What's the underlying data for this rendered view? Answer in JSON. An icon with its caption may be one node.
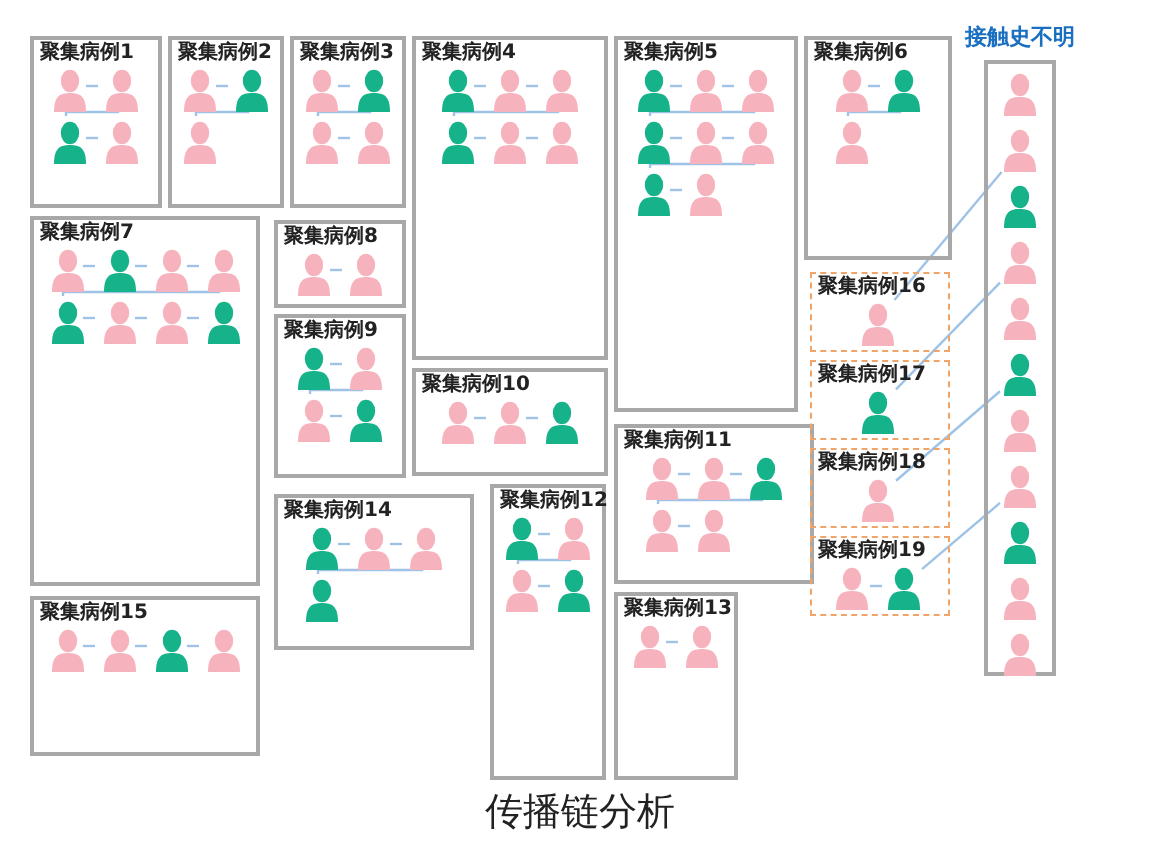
{
  "diagram": {
    "title": "传播链分析",
    "nodes": [
      {
        "text": [
          "聚集病例1"
        ]
      },
      {
        "text": [
          "聚集病例2"
        ]
      },
      {
        "text": [
          "聚集病例3"
        ]
      },
      {
        "text": [
          "聚集病例4"
        ]
      },
      {
        "text": [
          "聚集病例5"
        ]
      },
      {
        "text": [
          "聚集病例6"
        ]
      },
      {
        "text": [
          "聚集病例7"
        ]
      },
      {
        "text": [
          "聚集病例8"
        ]
      },
      {
        "text": [
          "聚集病例9"
        ]
      },
      {
        "text": [
          "聚集病例10"
        ]
      },
      {
        "text": [
          "聚集病例11"
        ]
      },
      {
        "text": [
          "聚集病例12"
        ]
      },
      {
        "text": [
          "聚集病例13"
        ]
      },
      {
        "text": [
          "聚集病例14"
        ]
      },
      {
        "text": [
          "聚集病例15"
        ]
      },
      {
        "text": [
          "聚集病例16"
        ]
      },
      {
        "text": [
          "聚集病例17"
        ]
      },
      {
        "text": [
          "聚集病例18"
        ]
      },
      {
        "text": [
          "聚集病例19"
        ]
      },
      {
        "text": [
          "接触史不明"
        ]
      },
      {
        "text": [],
        "shape": "person",
        "in": 0
      },
      {
        "text": [],
        "shape": "person",
        "in": 0
      },
      {
        "text": [],
        "shape": "person",
        "in": 0
      },
      {
        "text": [],
        "shape": "person",
        "in": 0
      },
      {
        "text": [],
        "shape": "person",
        "in": 1
      },
      {
        "text": [],
        "shape": "person",
        "in": 1
      },
      {
        "text": [],
        "shape": "person",
        "in": 1
      },
      {
        "text": [],
        "shape": "person",
        "in": 2
      },
      {
        "text": [],
        "shape": "person",
        "in": 2
      },
      {
        "text": [],
        "shape": "person",
        "in": 2
      },
      {
        "text": [],
        "shape": "person",
        "in": 2
      },
      {
        "text": [],
        "shape": "person",
        "in": 3
      },
      {
        "text": [],
        "shape": "person",
        "in": 3
      },
      {
        "text": [],
        "shape": "person",
        "in": 3
      },
      {
        "text": [],
        "shape": "person",
        "in": 3
      },
      {
        "text": [],
        "shape": "person",
        "in": 3
      },
      {
        "text": [],
        "shape": "person",
        "in": 3
      },
      {
        "text": [],
        "shape": "person",
        "in": 4
      },
      {
        "text": [],
        "shape": "person",
        "in": 4
      },
      {
        "text": [],
        "shape": "person",
        "in": 4
      },
      {
        "text": [],
        "shape": "person",
        "in": 4
      },
      {
        "text": [],
        "shape": "person",
        "in": 4
      },
      {
        "text": [],
        "shape": "person",
        "in": 4
      },
      {
        "text": [],
        "shape": "person",
        "in": 4
      },
      {
        "text": [],
        "shape": "person",
        "in": 4
      },
      {
        "text": [],
        "shape": "person",
        "in": 5
      },
      {
        "text": [],
        "shape": "person",
        "in": 5
      },
      {
        "text": [],
        "shape": "person",
        "in": 5
      },
      {
        "text": [],
        "shape": "person",
        "in": 6
      },
      {
        "text": [],
        "shape": "person",
        "in": 6
      },
      {
        "text": [],
        "shape": "person",
        "in": 6
      },
      {
        "text": [],
        "shape": "person",
        "in": 6
      },
      {
        "text": [],
        "shape": "person",
        "in": 6
      },
      {
        "text": [],
        "shape": "person",
        "in": 6
      },
      {
        "text": [],
        "shape": "person",
        "in": 6
      },
      {
        "text": [],
        "shape": "person",
        "in": 6
      },
      {
        "text": [],
        "shape": "person",
        "in": 7
      },
      {
        "text": [],
        "shape": "person",
        "in": 7
      },
      {
        "text": [],
        "shape": "person",
        "in": 8
      },
      {
        "text": [],
        "shape": "person",
        "in": 8
      },
      {
        "text": [],
        "shape": "person",
        "in": 8
      },
      {
        "text": [],
        "shape": "person",
        "in": 8
      },
      {
        "text": [],
        "shape": "person",
        "in": 9
      },
      {
        "text": [],
        "shape": "person",
        "in": 9
      },
      {
        "text": [],
        "shape": "person",
        "in": 9
      },
      {
        "text": [],
        "shape": "person",
        "in": 10
      },
      {
        "text": [],
        "shape": "person",
        "in": 10
      },
      {
        "text": [],
        "shape": "person",
        "in": 10
      },
      {
        "text": [],
        "shape": "person",
        "in": 10
      },
      {
        "text": [],
        "shape": "person",
        "in": 10
      },
      {
        "text": [],
        "shape": "person",
        "in": 11
      },
      {
        "text": [],
        "shape": "person",
        "in": 11
      },
      {
        "text": [],
        "shape": "person",
        "in": 11
      },
      {
        "text": [],
        "shape": "person",
        "in": 11
      },
      {
        "text": [],
        "shape": "person",
        "in": 12
      },
      {
        "text": [],
        "shape": "person",
        "in": 12
      },
      {
        "text": [],
        "shape": "person",
        "in": 13
      },
      {
        "text": [],
        "shape": "person",
        "in": 13
      },
      {
        "text": [],
        "shape": "person",
        "in": 13
      },
      {
        "text": [],
        "shape": "person",
        "in": 13
      },
      {
        "text": [],
        "shape": "person",
        "in": 14
      },
      {
        "text": [],
        "shape": "person",
        "in": 14
      },
      {
        "text": [],
        "shape": "person",
        "in": 14
      },
      {
        "text": [],
        "shape": "person",
        "in": 14
      },
      {
        "text": [],
        "shape": "person",
        "in": 15
      },
      {
        "text": [],
        "shape": "person",
        "in": 16
      },
      {
        "text": [],
        "shape": "person",
        "in": 17
      },
      {
        "text": [],
        "shape": "person",
        "in": 18
      },
      {
        "text": [],
        "shape": "person",
        "in": 18
      },
      {
        "text": [],
        "shape": "person",
        "in": 19
      },
      {
        "text": [],
        "shape": "person",
        "in": 19
      },
      {
        "text": [],
        "shape": "person",
        "in": 19
      },
      {
        "text": [],
        "shape": "person",
        "in": 19
      },
      {
        "text": [],
        "shape": "person",
        "in": 19
      },
      {
        "text": [],
        "shape": "person",
        "in": 19
      },
      {
        "text": [],
        "shape": "person",
        "in": 19
      },
      {
        "text": [],
        "shape": "person",
        "in": 19
      },
      {
        "text": [],
        "shape": "person",
        "in": 19
      },
      {
        "text": [],
        "shape": "person",
        "in": 19
      },
      {
        "text": [],
        "shape": "person",
        "in": 19
      }
    ],
    "edges": [
      {
        "from": 20,
        "to": 21,
        "arrow": "none"
      },
      {
        "from": 21,
        "to": 22,
        "arrow": "none"
      },
      {
        "from": 22,
        "to": 23,
        "arrow": "none"
      },
      {
        "from": 24,
        "to": 25,
        "arrow": "none"
      },
      {
        "from": 25,
        "to": 26,
        "arrow": "none"
      },
      {
        "from": 27,
        "to": 28,
        "arrow": "none"
      },
      {
        "from": 28,
        "to": 29,
        "arrow": "none"
      },
      {
        "from": 29,
        "to": 30,
        "arrow": "none"
      },
      {
        "from": 31,
        "to": 32,
        "arrow": "none"
      },
      {
        "from": 32,
        "to": 33,
        "arrow": "none"
      },
      {
        "from": 33,
        "to": 34,
        "arrow": "none"
      },
      {
        "from": 34,
        "to": 35,
        "arrow": "none"
      },
      {
        "from": 35,
        "to": 36,
        "arrow": "none"
      },
      {
        "from": 37,
        "to": 38,
        "arrow": "none"
      },
      {
        "from": 38,
        "to": 39,
        "arrow": "none"
      },
      {
        "from": 39,
        "to": 40,
        "arrow": "none"
      },
      {
        "from": 40,
        "to": 41,
        "arrow": "none"
      },
      {
        "from": 41,
        "to": 42,
        "arrow": "none"
      },
      {
        "from": 42,
        "to": 43,
        "arrow": "none"
      },
      {
        "from": 43,
        "to": 44,
        "arrow": "none"
      },
      {
        "from": 45,
        "to": 46,
        "arrow": "none"
      },
      {
        "from": 46,
        "to": 47,
        "arrow": "none"
      },
      {
        "from": 48,
        "to": 49,
        "arrow": "none"
      },
      {
        "from": 49,
        "to": 50,
        "arrow": "none"
      },
      {
        "from": 50,
        "to": 51,
        "arrow": "none"
      },
      {
        "from": 51,
        "to": 52,
        "arrow": "none"
      },
      {
        "from": 52,
        "to": 53,
        "arrow": "none"
      },
      {
        "from": 53,
        "to": 54,
        "arrow": "none"
      },
      {
        "from": 54,
        "to": 55,
        "arrow": "none"
      },
      {
        "from": 56,
        "to": 57,
        "arrow": "none"
      },
      {
        "from": 58,
        "to": 59,
        "arrow": "none"
      },
      {
        "from": 59,
        "to": 60,
        "arrow": "none"
      },
      {
        "from": 60,
        "to": 61,
        "arrow": "none"
      },
      {
        "from": 62,
        "to": 63,
        "arrow": "none"
      },
      {
        "from": 63,
        "to": 64,
        "arrow": "none"
      },
      {
        "from": 65,
        "to": 66,
        "arrow": "none"
      },
      {
        "from": 66,
        "to": 67,
        "arrow": "none"
      },
      {
        "from": 67,
        "to": 68,
        "arrow": "none"
      },
      {
        "from": 68,
        "to": 69,
        "arrow": "none"
      },
      {
        "from": 70,
        "to": 71,
        "arrow": "none"
      },
      {
        "from": 71,
        "to": 72,
        "arrow": "none"
      },
      {
        "from": 72,
        "to": 73,
        "arrow": "none"
      },
      {
        "from": 74,
        "to": 75,
        "arrow": "none"
      },
      {
        "from": 76,
        "to": 77,
        "arrow": "none"
      },
      {
        "from": 77,
        "to": 78,
        "arrow": "none"
      },
      {
        "from": 78,
        "to": 79,
        "arrow": "none"
      },
      {
        "from": 80,
        "to": 81,
        "arrow": "none"
      },
      {
        "from": 81,
        "to": 82,
        "arrow": "none"
      },
      {
        "from": 82,
        "to": 83,
        "arrow": "none"
      },
      {
        "from": 87,
        "to": 88,
        "arrow": "none"
      },
      {
        "from": 84,
        "to": 90,
        "arrow": "none"
      },
      {
        "from": 85,
        "to": 92,
        "arrow": "none"
      },
      {
        "from": 86,
        "to": 94,
        "arrow": "none"
      },
      {
        "from": 88,
        "to": 96,
        "arrow": "none"
      }
    ]
  }
}
